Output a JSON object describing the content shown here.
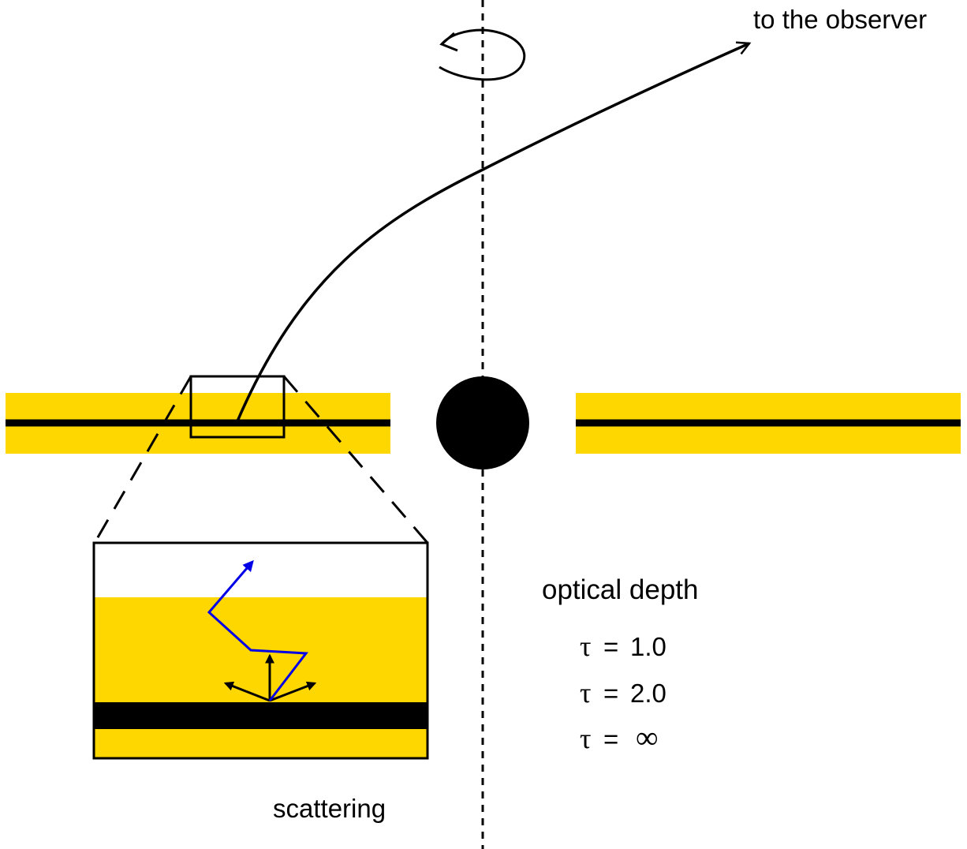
{
  "labels": {
    "observer": "to the observer",
    "optical_depth_title": "optical depth",
    "scattering": "scattering"
  },
  "optical_depth": [
    {
      "symbol": "τ",
      "eq": "=",
      "value": "1.0"
    },
    {
      "symbol": "τ",
      "eq": "=",
      "value": "2.0"
    },
    {
      "symbol": "τ",
      "eq": "=",
      "value": "∞"
    }
  ],
  "colors": {
    "disk": "#FFD700",
    "photon_path": "#0000E6",
    "ink": "#000000"
  }
}
